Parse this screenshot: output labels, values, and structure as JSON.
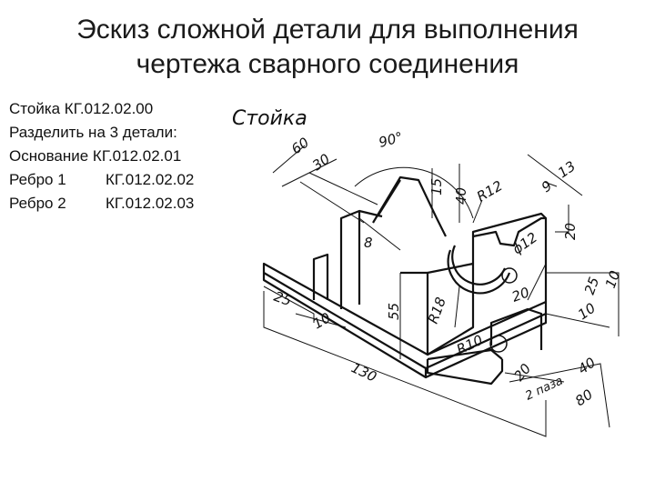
{
  "slide": {
    "title_line1": "Эскиз сложной детали для выполнения",
    "title_line2": "чертежа сварного соединения"
  },
  "notes": {
    "line1": "Стойка КГ.012.02.00",
    "line2": "Разделить на 3 детали:",
    "line3": "Основание КГ.012.02.01",
    "rib1_name": "Ребро 1",
    "rib1_code": "КГ.012.02.02",
    "rib2_name": "Ребро 2",
    "rib2_code": "КГ.012.02.03"
  },
  "drawing": {
    "part_label": "Стойка",
    "dims": {
      "d60": "60",
      "d30": "30",
      "d90": "90°",
      "d8": "8",
      "d15": "15",
      "d40a": "40",
      "r12": "R12",
      "d9": "9",
      "d13": "13",
      "d20a": "20",
      "phi12": "ϕ12",
      "d20b": "20",
      "d25a": "25",
      "d10a": "10",
      "d55": "55",
      "r18": "R18",
      "r10": "R10",
      "d20c": "20",
      "holes": "2 паза",
      "d40b": "40",
      "d80": "80",
      "d130": "130",
      "d25b": "25",
      "d10b": "10",
      "d10c": "10"
    }
  }
}
